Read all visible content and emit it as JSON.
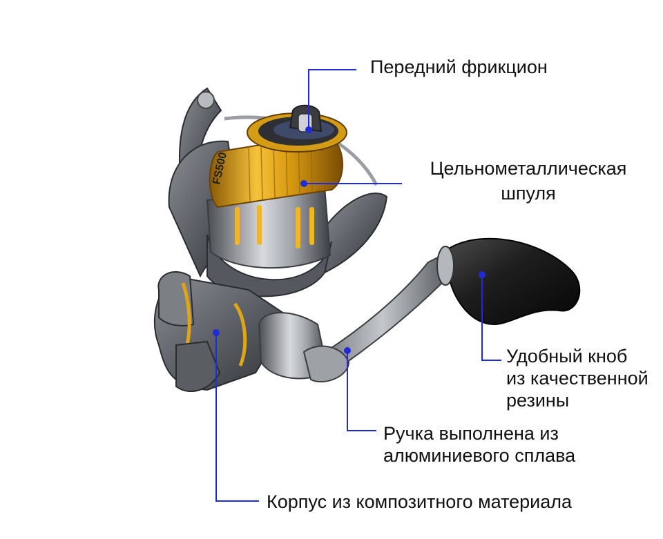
{
  "product": {
    "model_marking": "FS500"
  },
  "colors": {
    "leader_line": "#1f2bd6",
    "leader_dot": "#1f2bd6",
    "text": "#111111",
    "spool_gold": "#e0a615",
    "body_gray": "#6b6e72",
    "knob_black": "#1a1a1a"
  },
  "callouts": {
    "front_drag": {
      "lines": [
        "Передний фрикцион"
      ]
    },
    "spool": {
      "lines": [
        "Цельнометаллическая",
        "шпуля"
      ]
    },
    "knob": {
      "lines": [
        "Удобный кноб",
        "из качественной",
        "резины"
      ]
    },
    "handle": {
      "lines": [
        "Ручка выполнена из",
        "алюминиевого сплава"
      ]
    },
    "body": {
      "lines": [
        "Корпус из композитного материала"
      ]
    }
  }
}
